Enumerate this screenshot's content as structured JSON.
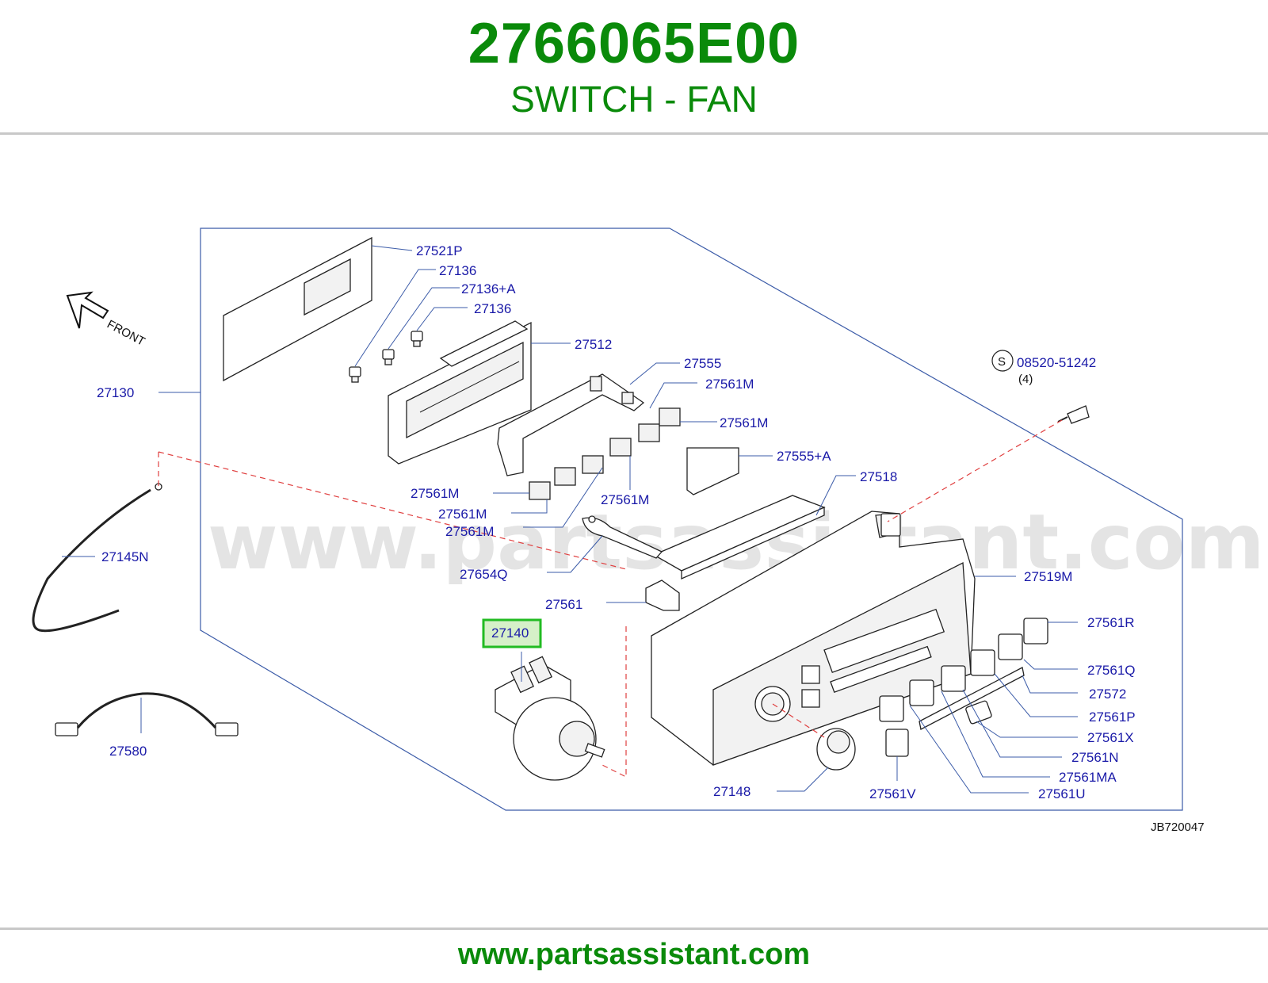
{
  "header": {
    "part_number": "2766065E00",
    "part_name": "SWITCH - FAN"
  },
  "footer": {
    "url": "www.partsassistant.com"
  },
  "diagram": {
    "watermark": "www.partsassistant.com",
    "reference": "JB720047",
    "front_label": "FRONT",
    "screw_symbol": "S",
    "screw_qty": "(4)",
    "highlighted_part": "27140",
    "colors": {
      "brand_green": "#0a8a0a",
      "label_blue": "#1a1aa8",
      "leader_blue": "#3b5ba8",
      "dash_red": "#e04040",
      "highlight_green": "#22bb22"
    },
    "labels": {
      "p27521P": "27521P",
      "p27136a": "27136",
      "p27136A": "27136+A",
      "p27136b": "27136",
      "p27512": "27512",
      "p27130": "27130",
      "p27555": "27555",
      "p27561M_1": "27561M",
      "p27561M_2": "27561M",
      "p27555A": "27555+A",
      "p27561M_3": "27561M",
      "p27561M_4": "27561M",
      "p27561M_5": "27561M",
      "p27561M_6": "27561M",
      "p27518": "27518",
      "p08520": "08520-51242",
      "p27145N": "27145N",
      "p27654Q": "27654Q",
      "p27519M": "27519M",
      "p27561": "27561",
      "p27140": "27140",
      "p27561R": "27561R",
      "p27561Q": "27561Q",
      "p27572": "27572",
      "p27561P": "27561P",
      "p27561X": "27561X",
      "p27561N": "27561N",
      "p27561MA": "27561MA",
      "p27561U": "27561U",
      "p27561V": "27561V",
      "p27148": "27148",
      "p27580": "27580"
    }
  }
}
